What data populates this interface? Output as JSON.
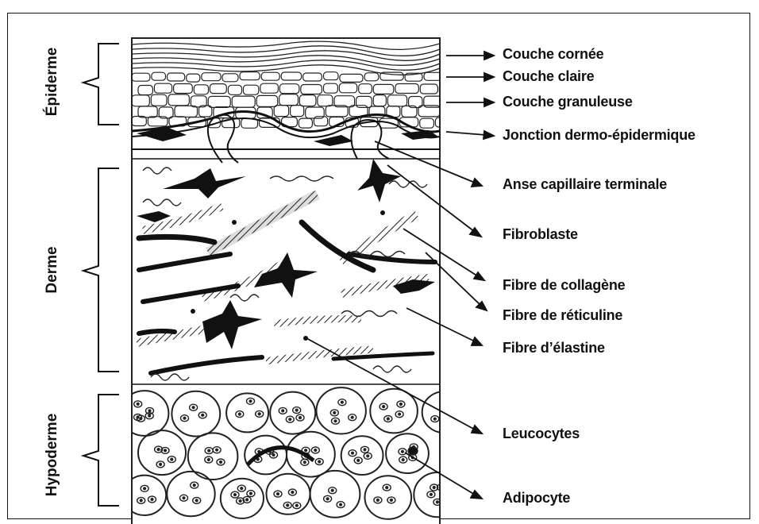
{
  "layers": {
    "epiderme": "Épiderme",
    "derme": "Derme",
    "hypoderme": "Hypoderme"
  },
  "labels": {
    "couche_cornee": "Couche cornée",
    "couche_claire": "Couche claire",
    "couche_granuleuse": "Couche granuleuse",
    "jonction": "Jonction dermo-épidermique",
    "anse_capillaire": "Anse capillaire terminale",
    "fibroblaste": "Fibroblaste",
    "fibre_collagene": "Fibre de collagène",
    "fibre_reticuline": "Fibre de réticuline",
    "fibre_elastine": "Fibre d’élastine",
    "leucocytes": "Leucocytes",
    "adipocyte": "Adipocyte"
  }
}
